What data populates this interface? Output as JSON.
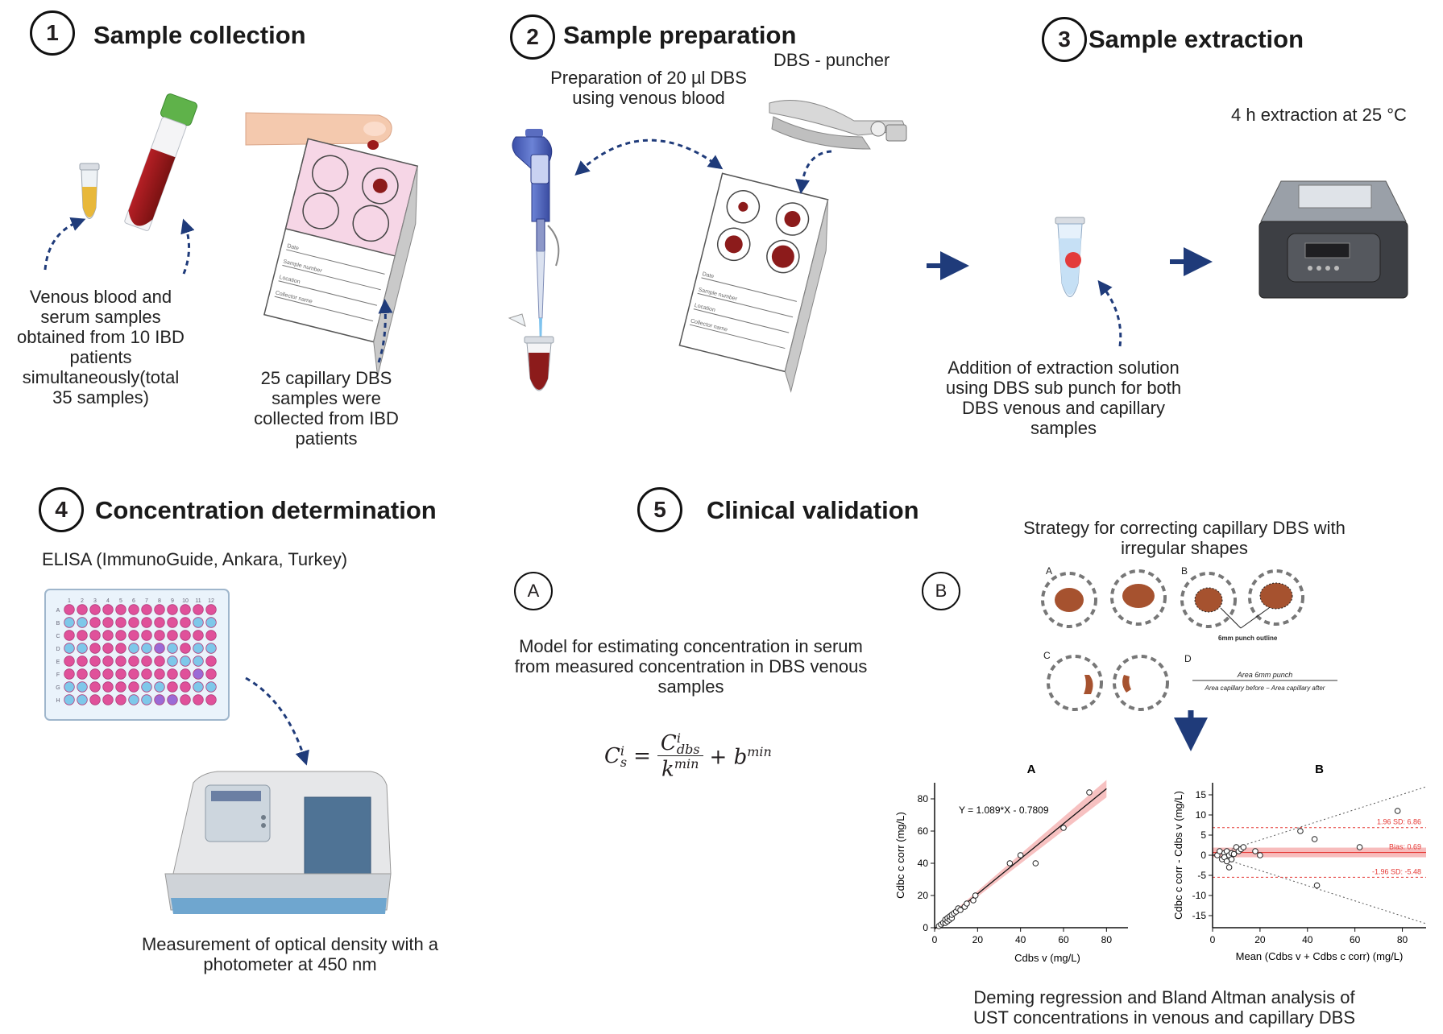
{
  "steps": [
    {
      "num": "1",
      "title": "Sample collection"
    },
    {
      "num": "2",
      "title": "Sample preparation"
    },
    {
      "num": "3",
      "title": "Sample extraction"
    },
    {
      "num": "4",
      "title": "Concentration determination"
    },
    {
      "num": "5",
      "title": "Clinical validation"
    }
  ],
  "step1": {
    "venous_lines": [
      "Venous blood and",
      "serum samples",
      "obtained from 10 IBD",
      "patients",
      "simultaneously(total",
      "35 samples)"
    ],
    "capillary_lines": [
      "25 capillary DBS",
      "samples were",
      "collected from IBD",
      "patients"
    ],
    "card_fields": [
      "Date",
      "Sample number",
      "Location",
      "Collector name"
    ]
  },
  "step2": {
    "prep_lines": [
      "Preparation of 20 µl DBS",
      "using venous blood"
    ],
    "puncher_label": "DBS - puncher"
  },
  "step3": {
    "extraction_label": "4 h extraction at 25 °C",
    "solution_lines": [
      "Addition of extraction solution",
      "using DBS sub punch for both",
      "DBS venous and capillary",
      "samples"
    ]
  },
  "step4": {
    "elisa_label": "ELISA (ImmunoGuide, Ankara, Turkey)",
    "photometer_lines": [
      "Measurement of optical density with a",
      "photometer at 450 nm"
    ],
    "plate_cols": [
      "1",
      "2",
      "3",
      "4",
      "5",
      "6",
      "7",
      "8",
      "9",
      "10",
      "11",
      "12"
    ],
    "plate_rows": [
      "A",
      "B",
      "C",
      "D",
      "E",
      "F",
      "G",
      "H"
    ]
  },
  "step5": {
    "a_marker": "A",
    "b_marker": "B",
    "model_lines": [
      "Model for estimating concentration in serum",
      "from measured concentration in DBS venous",
      "samples"
    ],
    "formula": {
      "lhs": "C",
      "lhs_sup": "i",
      "lhs_sub": "s",
      "num": "C",
      "num_sup": "i",
      "num_sub": "dbs",
      "den": "k",
      "den_sup": "min",
      "plus": "+ b",
      "plus_sup": "min"
    },
    "strategy_lines": [
      "Strategy for correcting capillary DBS with",
      "irregular shapes"
    ],
    "panel_letters": [
      "A",
      "B",
      "C",
      "D"
    ],
    "punch_outline_label": "6mm punch outline",
    "area_numerator": "Area 6mm punch",
    "area_denominator": "Area capillary before  − Area capillary after",
    "caption_lines": [
      "Deming regression and Bland Altman analysis of",
      "UST concentrations in venous and capillary DBS"
    ]
  },
  "chart_data": [
    {
      "type": "scatter",
      "title": "A",
      "xlabel": "Cdbs v (mg/L)",
      "ylabel": "Cdbc c corr (mg/L)",
      "xlim": [
        0,
        90
      ],
      "ylim": [
        0,
        90
      ],
      "xticks": [
        0,
        20,
        40,
        60,
        80
      ],
      "yticks": [
        0,
        20,
        40,
        60,
        80
      ],
      "annotation": "Y = 1.089*X - 0.7809",
      "fit": {
        "slope": 1.089,
        "intercept": -0.7809
      },
      "series": [
        {
          "points": [
            [
              2,
              1
            ],
            [
              3,
              2
            ],
            [
              4,
              3
            ],
            [
              5,
              3
            ],
            [
              5,
              5
            ],
            [
              6,
              4
            ],
            [
              6,
              6
            ],
            [
              7,
              5
            ],
            [
              7,
              7
            ],
            [
              8,
              6
            ],
            [
              8,
              8
            ],
            [
              9,
              9
            ],
            [
              10,
              10
            ],
            [
              11,
              12
            ],
            [
              12,
              11
            ],
            [
              14,
              13
            ],
            [
              15,
              15
            ],
            [
              18,
              17
            ],
            [
              19,
              20
            ],
            [
              35,
              40
            ],
            [
              40,
              45
            ],
            [
              47,
              40
            ],
            [
              60,
              62
            ],
            [
              72,
              84
            ]
          ]
        }
      ],
      "grid": false
    },
    {
      "type": "scatter",
      "title": "B",
      "xlabel": "Mean (Cdbs v + Cdbs c corr) (mg/L)",
      "ylabel": "Cdbc c corr - Cdbs v (mg/L)",
      "xlim": [
        0,
        90
      ],
      "ylim": [
        -18,
        18
      ],
      "xticks": [
        0,
        20,
        40,
        60,
        80
      ],
      "yticks": [
        -15,
        -10,
        -5,
        0,
        5,
        10,
        15
      ],
      "reference_lines": [
        {
          "label": "1.96 SD: 6.86",
          "value": 6.86
        },
        {
          "label": "Bias: 0.69",
          "value": 0.69
        },
        {
          "label": "-1.96 SD: -5.48",
          "value": -5.48
        }
      ],
      "series": [
        {
          "points": [
            [
              2,
              0
            ],
            [
              3,
              1
            ],
            [
              4,
              -1
            ],
            [
              5,
              0.5
            ],
            [
              5,
              -0.5
            ],
            [
              6,
              1
            ],
            [
              6,
              -1.5
            ],
            [
              7,
              0
            ],
            [
              7,
              -3
            ],
            [
              8,
              0.5
            ],
            [
              8,
              -1
            ],
            [
              9,
              0.3
            ],
            [
              10,
              2
            ],
            [
              11,
              1
            ],
            [
              12,
              1.5
            ],
            [
              13,
              2
            ],
            [
              18,
              1
            ],
            [
              20,
              0
            ],
            [
              37,
              6
            ],
            [
              43,
              4
            ],
            [
              44,
              -7.5
            ],
            [
              62,
              2
            ],
            [
              78,
              11
            ]
          ]
        }
      ],
      "grid": false
    }
  ],
  "colors": {
    "arrow": "#1f3b7a",
    "blood": "#8c1b1b",
    "pink_card": "#f6d6e6",
    "confidence": "#f4a6a6",
    "ref_line": "#e53935"
  }
}
